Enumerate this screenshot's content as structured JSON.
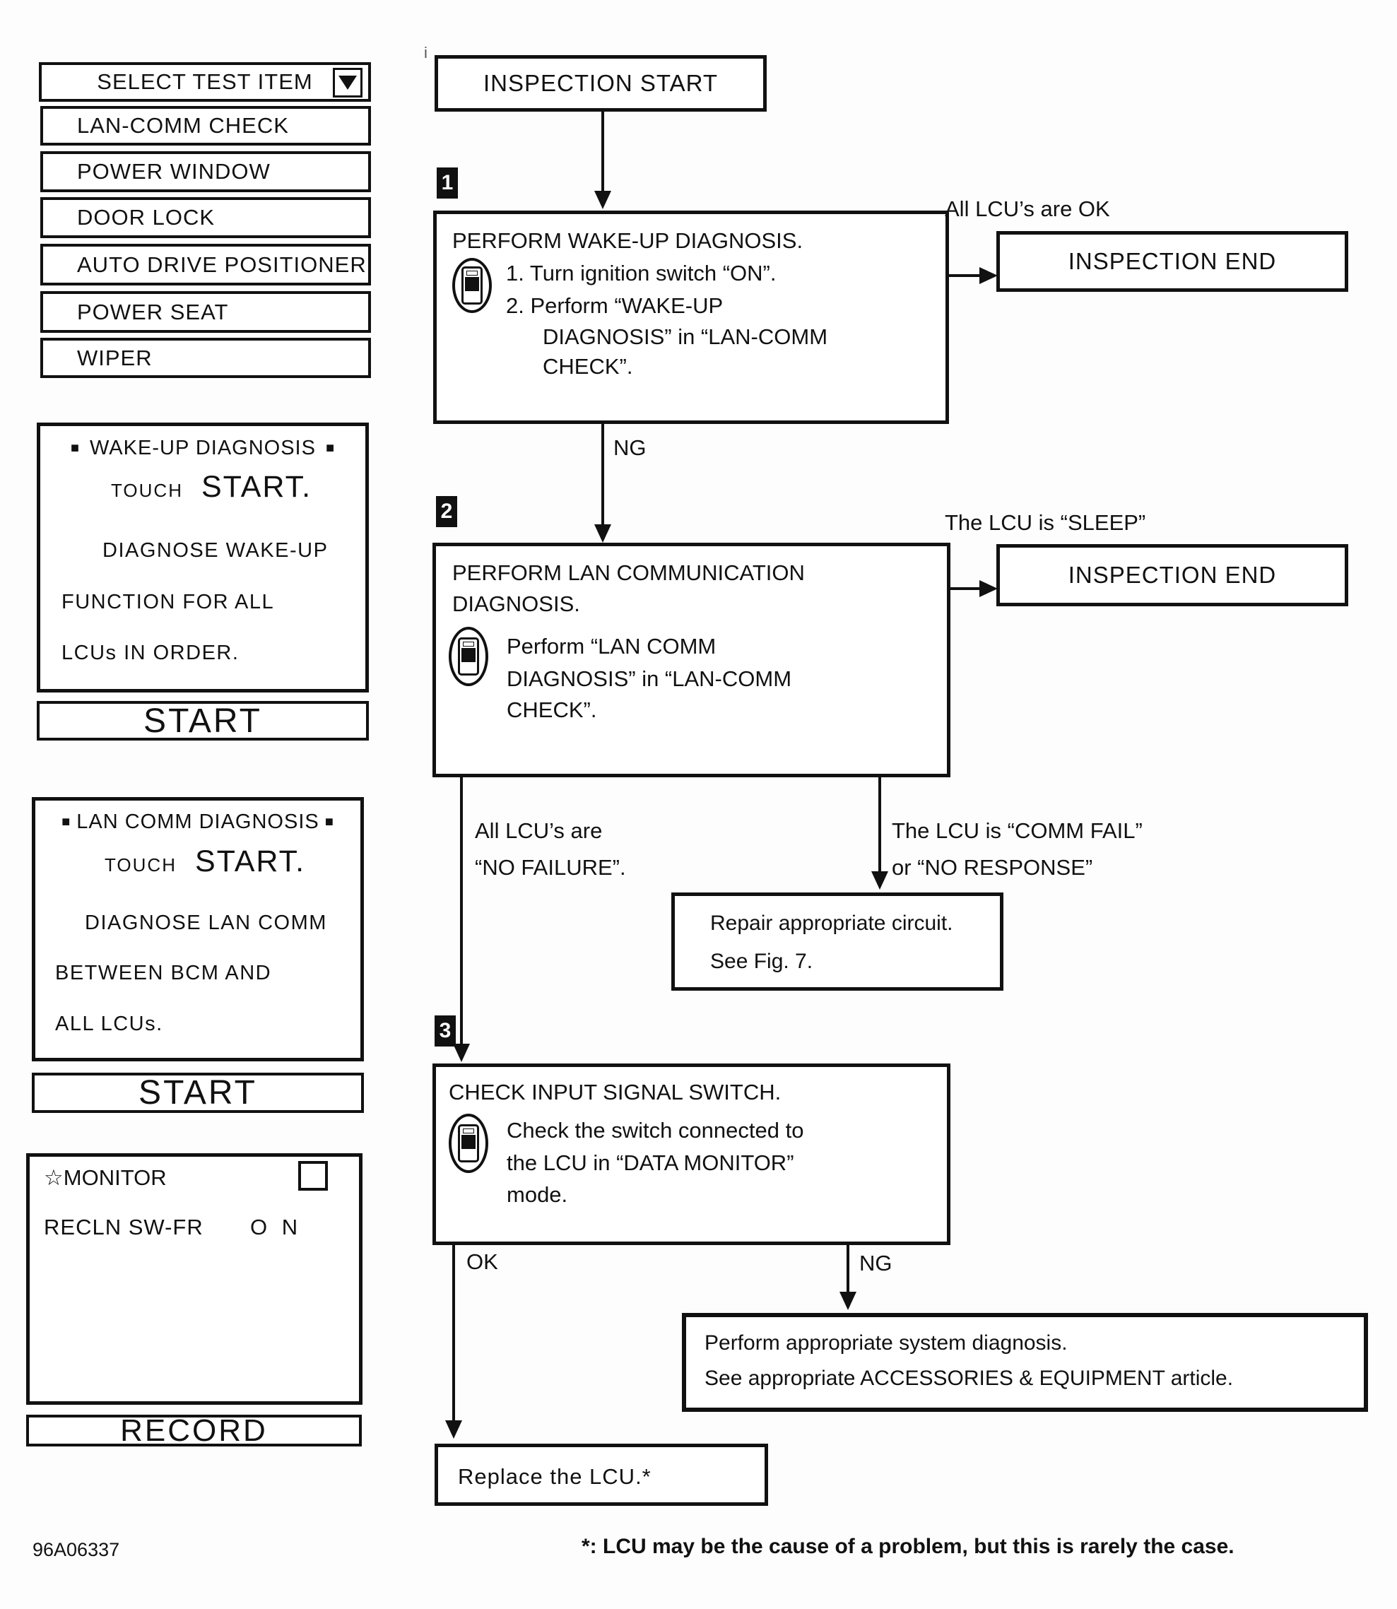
{
  "doc_code": "96A06337",
  "artifact": "i",
  "footnote": "*: LCU may be the cause of a problem, but this is rarely the case.",
  "icons": {
    "dropdown": "▼",
    "bullet": "■",
    "star": "☆"
  },
  "menu": {
    "header": "SELECT TEST ITEM",
    "items": [
      "LAN-COMM CHECK",
      "POWER WINDOW",
      "DOOR LOCK",
      "AUTO DRIVE POSITIONER",
      "POWER SEAT",
      "WIPER"
    ]
  },
  "wakeup_panel": {
    "title": "WAKE-UP DIAGNOSIS",
    "touch": "TOUCH",
    "touch_target": "START.",
    "line1": "DIAGNOSE WAKE-UP",
    "line2": "FUNCTION FOR ALL",
    "line3": "LCUs IN ORDER.",
    "button": "START"
  },
  "lancomm_panel": {
    "title": "LAN COMM DIAGNOSIS",
    "touch": "TOUCH",
    "touch_target": "START.",
    "line1": "DIAGNOSE LAN COMM",
    "line2": "BETWEEN BCM AND",
    "line3": "ALL LCUs.",
    "button": "START"
  },
  "monitor_panel": {
    "title": "MONITOR",
    "row_label": "RECLN SW-FR",
    "row_value": "O N",
    "button": "RECORD"
  },
  "flow": {
    "inspection_start": "INSPECTION START",
    "inspection_end": "INSPECTION END",
    "step1": {
      "badge": "1",
      "title": "PERFORM WAKE-UP DIAGNOSIS.",
      "line1": "1. Turn ignition switch “ON”.",
      "line2": "2. Perform “WAKE-UP",
      "line3": "DIAGNOSIS” in “LAN-COMM",
      "line4": "CHECK”."
    },
    "step2": {
      "badge": "2",
      "title1": "PERFORM LAN COMMUNICATION",
      "title2": "DIAGNOSIS.",
      "line1": "Perform “LAN COMM",
      "line2": "DIAGNOSIS” in “LAN-COMM",
      "line3": "CHECK”."
    },
    "step3": {
      "badge": "3",
      "title": "CHECK INPUT SIGNAL SWITCH.",
      "line1": "Check the switch connected to",
      "line2": "the LCU in “DATA MONITOR”",
      "line3": "mode."
    },
    "labels": {
      "all_ok": "All LCU’s are OK",
      "ng1": "NG",
      "sleep": "The LCU is “SLEEP”",
      "no_failure_1": "All LCU’s are",
      "no_failure_2": "“NO FAILURE”.",
      "comm_fail_1": "The LCU is “COMM FAIL”",
      "comm_fail_2": "or “NO RESPONSE”",
      "ok": "OK",
      "ng2": "NG"
    },
    "repair": {
      "line1": "Repair appropriate circuit.",
      "line2": "See Fig. 7."
    },
    "system_diag": {
      "line1": "Perform appropriate system diagnosis.",
      "line2": "See appropriate ACCESSORIES & EQUIPMENT article."
    },
    "replace": "Replace the LCU.*"
  }
}
